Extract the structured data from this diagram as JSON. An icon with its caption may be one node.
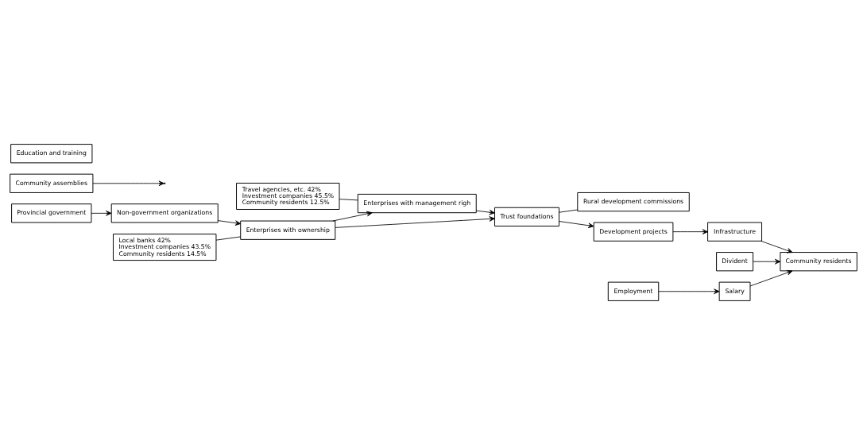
{
  "diagram": {
    "nodes": [
      {
        "text": [
          "Provincial government"
        ]
      },
      {
        "text": [
          "Non-government organizations"
        ]
      },
      {
        "text": [
          "Local banks 42%",
          "Investment companies 43.5%",
          "Community residents 14.5%"
        ]
      },
      {
        "text": [
          "Enterprises with ownership"
        ]
      },
      {
        "text": [
          "Travel agencies, etc. 42%",
          "Investment companies 45.5%",
          "Community residents 12.5%"
        ]
      },
      {
        "text": [
          "Enterprises with management righ"
        ]
      },
      {
        "text": [
          "Community assemblies"
        ]
      },
      {
        "text": [
          "Trust foundations"
        ]
      },
      {
        "text": [
          "Rural development commissions"
        ]
      },
      {
        "text": [
          "Development projects"
        ]
      },
      {
        "text": [
          "Infrastructure"
        ]
      },
      {
        "text": [
          "Education and training"
        ]
      },
      {
        "text": [
          "Community residents"
        ]
      },
      {
        "text": [
          "Divident"
        ]
      },
      {
        "text": [
          "Employment"
        ]
      },
      {
        "text": [
          "Salary"
        ]
      }
    ],
    "edges": [
      {
        "from": 0,
        "to": 1,
        "arrow": "to"
      },
      {
        "from": 1,
        "to": 3,
        "arrow": "to"
      },
      {
        "from": 2,
        "to": 3,
        "arrow": "none"
      },
      {
        "from": 3,
        "to": 5,
        "arrow": "to"
      },
      {
        "from": 4,
        "to": 5,
        "arrow": "none"
      },
      {
        "from": 3,
        "to": 7,
        "arrow": "to"
      },
      {
        "from": 5,
        "to": 7,
        "arrow": "to"
      },
      {
        "from": 7,
        "to": 8,
        "arrow": "none"
      },
      {
        "from": 6,
        "to": null,
        "arrow": "to"
      },
      {
        "from": 7,
        "to": 9,
        "arrow": "to"
      },
      {
        "from": 9,
        "to": 10,
        "arrow": "to"
      },
      {
        "from": 10,
        "to": 12,
        "arrow": "to"
      },
      {
        "from": 13,
        "to": 12,
        "arrow": "to"
      },
      {
        "from": 14,
        "to": 15,
        "arrow": "to"
      },
      {
        "from": 15,
        "to": 12,
        "arrow": "to"
      }
    ]
  }
}
